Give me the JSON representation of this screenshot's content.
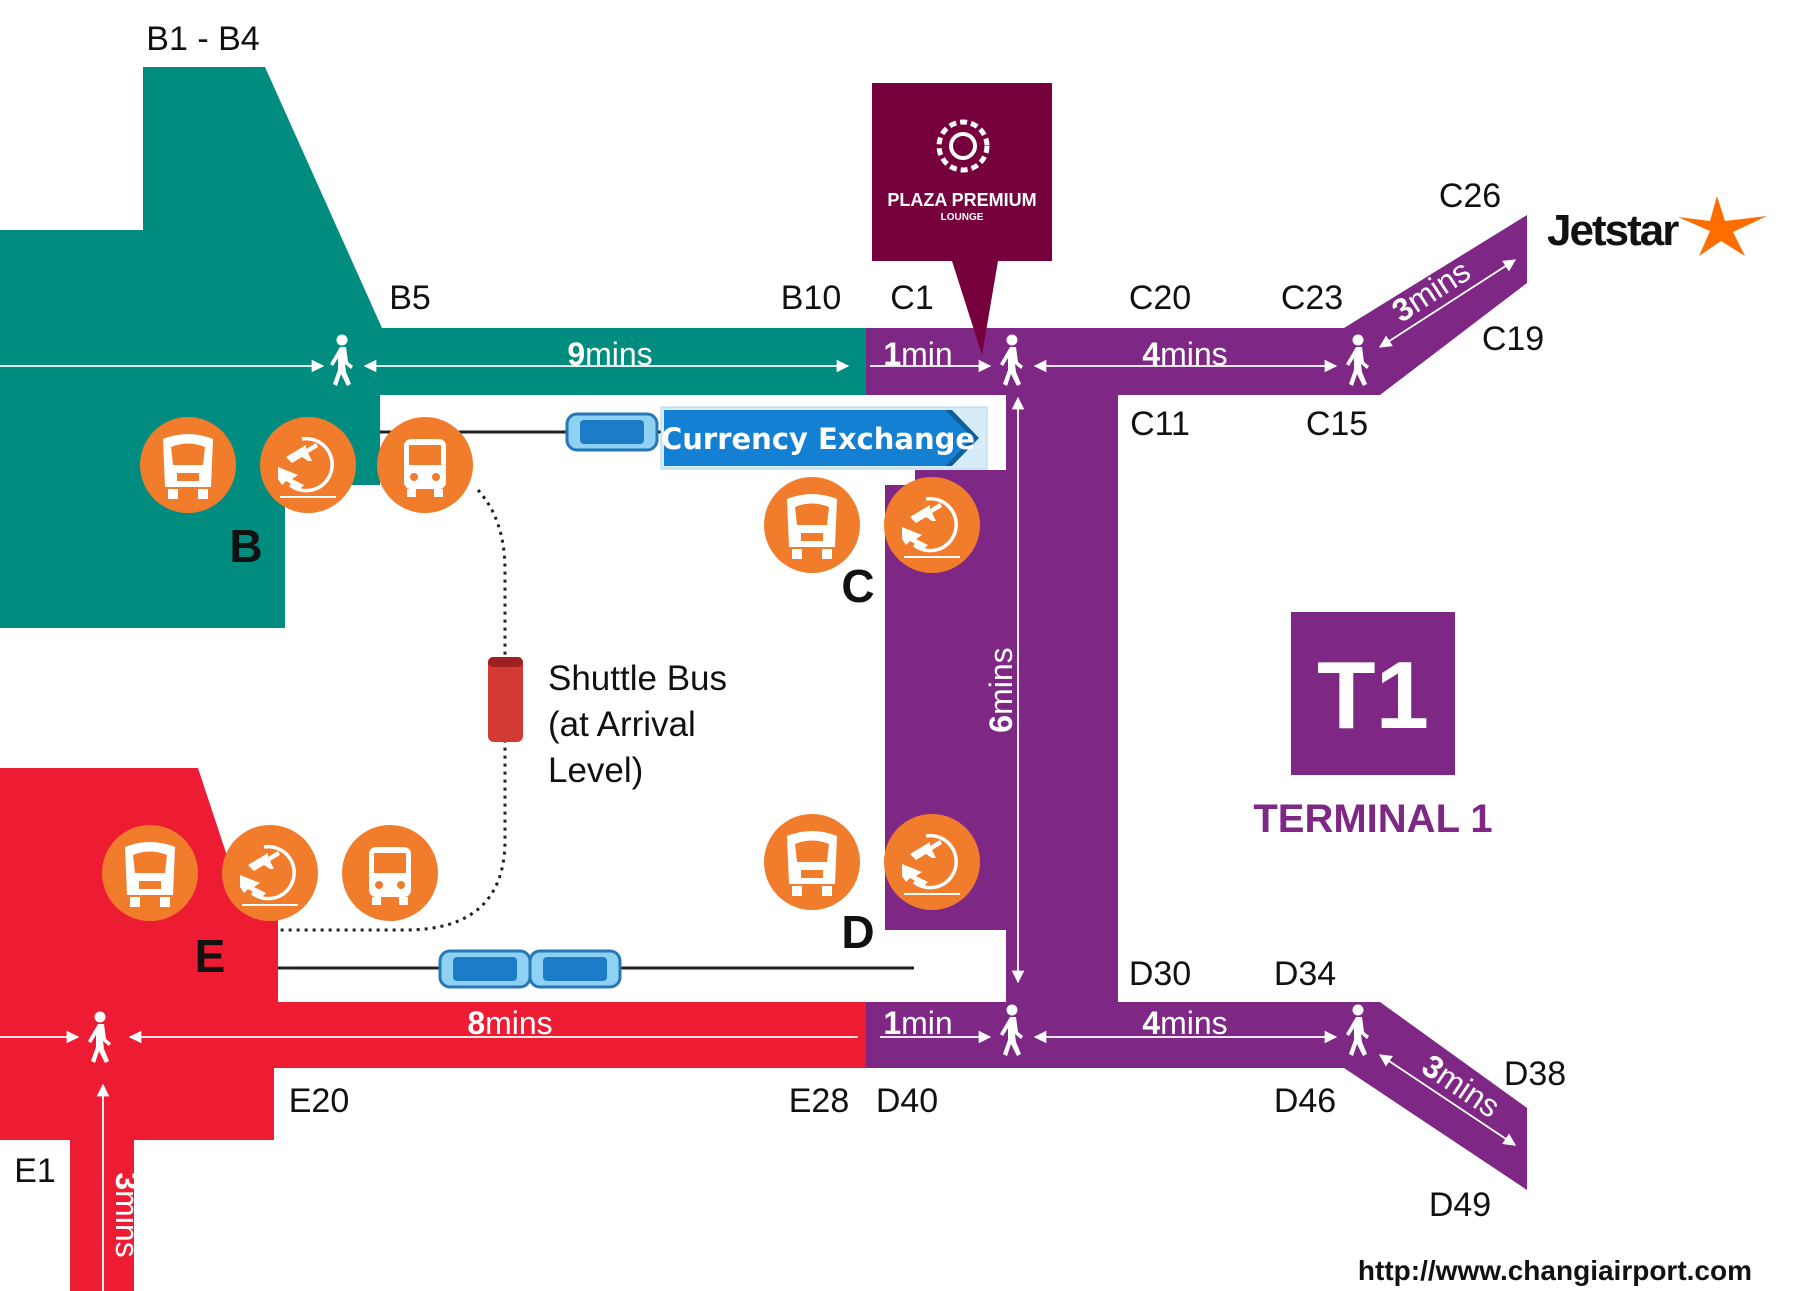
{
  "colors": {
    "pier_b": "#008C7E",
    "pier_c_d": "#7E2785",
    "pier_e": "#EE1C33",
    "icon_orange": "#F07C2C",
    "lounge": "#76003C",
    "jetstar_orange": "#FF6C00",
    "currency_blue": "#1380D4"
  },
  "terminal": {
    "badge": "T1",
    "name": "TERMINAL 1"
  },
  "gates": {
    "b1_b4": "B1 - B4",
    "b5": "B5",
    "b10": "B10",
    "c1": "C1",
    "c20": "C20",
    "c23": "C23",
    "c26": "C26",
    "c19": "C19",
    "c11": "C11",
    "c15": "C15",
    "d30": "D30",
    "d34": "D34",
    "d38": "D38",
    "d40": "D40",
    "d46": "D46",
    "d49": "D49",
    "e1": "E1",
    "e20": "E20",
    "e28": "E28"
  },
  "piers": {
    "b": "B",
    "c": "C",
    "d": "D",
    "e": "E"
  },
  "walk_times": {
    "b_num": "9",
    "b_unit": "mins",
    "c_start_num": "1",
    "c_start_unit": "min",
    "c_mid_num": "4",
    "c_mid_unit": "mins",
    "c_branch_num": "3",
    "c_branch_unit": "mins",
    "vertical_num": "6",
    "vertical_unit": "mins",
    "e_num": "8",
    "e_unit": "mins",
    "d_start_num": "1",
    "d_start_unit": "min",
    "d_mid_num": "4",
    "d_mid_unit": "mins",
    "d_branch_num": "3",
    "d_branch_unit": "mins",
    "e_down_num": "3",
    "e_down_unit": "mins"
  },
  "lounge": {
    "name": "PLAZA PREMIUM",
    "sub": "LOUNGE"
  },
  "currency_exchange": "Currency Exchange",
  "shuttle_bus": {
    "line1": "Shuttle Bus",
    "line2": "(at Arrival",
    "line3": "Level)"
  },
  "airline_logo": "Jetstar",
  "website": "http://www.changiairport.com",
  "icons": [
    "skytrain-icon",
    "transfer-icon",
    "bus-icon"
  ]
}
